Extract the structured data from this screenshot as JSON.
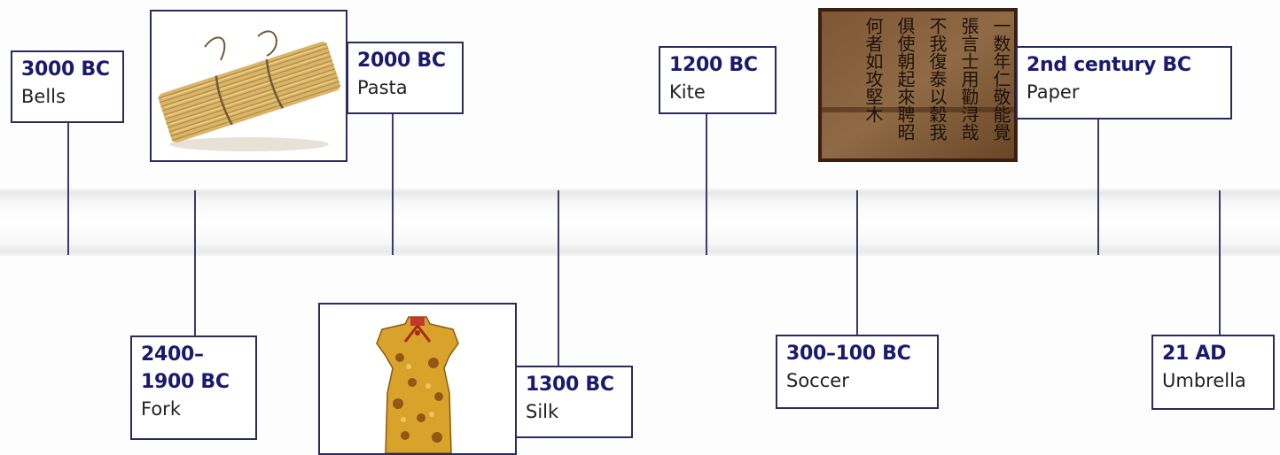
{
  "events": [
    {
      "date_lines": [
        "3000 BC"
      ],
      "name": "Bells"
    },
    {
      "date_lines": [
        "2400–",
        "1900 BC"
      ],
      "name": "Fork"
    },
    {
      "date_lines": [
        "2000 BC"
      ],
      "name": "Pasta"
    },
    {
      "date_lines": [
        "1300 BC"
      ],
      "name": "Silk"
    },
    {
      "date_lines": [
        "1200 BC"
      ],
      "name": "Kite"
    },
    {
      "date_lines": [
        "300–100 BC"
      ],
      "name": "Soccer"
    },
    {
      "date_lines": [
        "2nd century BC"
      ],
      "name": "Paper"
    },
    {
      "date_lines": [
        "21 AD"
      ],
      "name": "Umbrella"
    }
  ],
  "images": {
    "pasta": "pasta-bundle-photo",
    "silk": "silk-garment-photo",
    "paper": "handwritten-paper-photo"
  },
  "colors": {
    "border": "#2a2a5e",
    "date_text": "#1a1a6e",
    "tick": "#3a3a6e",
    "band": "#ececec"
  },
  "paper_text": [
    "一数年仁敬能覺",
    "張言士用勸浔哉",
    "不我復泰以穀我",
    "俱使朝起來聘昭",
    "何者如攻堅木"
  ]
}
